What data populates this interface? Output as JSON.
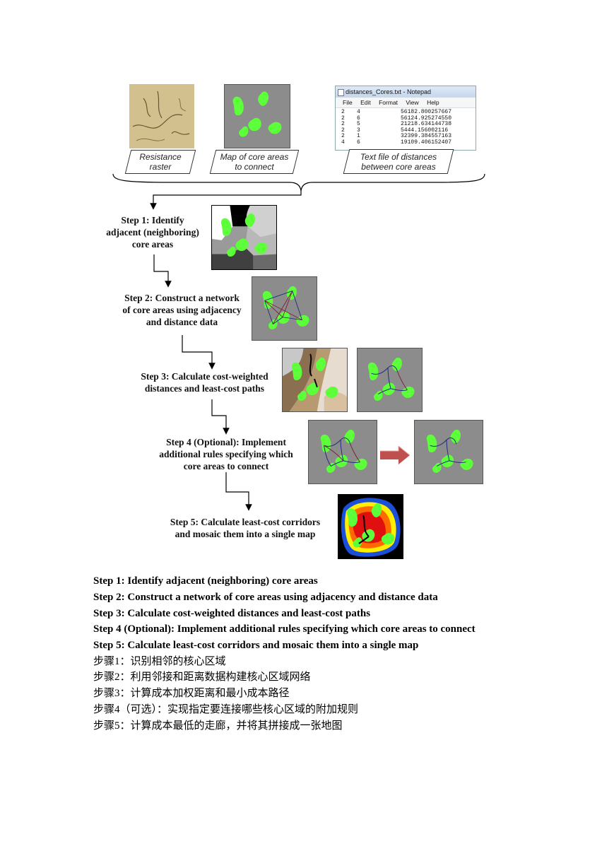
{
  "inputs": [
    {
      "label_line1": "Resistance",
      "label_line2": "raster"
    },
    {
      "label_line1": "Map of core areas",
      "label_line2": "to connect"
    },
    {
      "label_line1": "Text file of distances",
      "label_line2": "between core areas"
    }
  ],
  "notepad": {
    "title": "distances_Cores.txt - Notepad",
    "menu": [
      "File",
      "Edit",
      "Format",
      "View",
      "Help"
    ],
    "rows": [
      [
        "2",
        "4",
        "56182.800257667"
      ],
      [
        "2",
        "6",
        "56124.925274550"
      ],
      [
        "2",
        "5",
        "21218.634144738"
      ],
      [
        "2",
        "3",
        "5444.156002116"
      ],
      [
        "2",
        "1",
        "32399.384557163"
      ],
      [
        "4",
        "6",
        "19109.406152407"
      ]
    ]
  },
  "steps": [
    {
      "line1": "Step 1: Identify",
      "line2": "adjacent (neighboring)",
      "line3": "core areas"
    },
    {
      "line1": "Step 2: Construct a network",
      "line2": "of core areas using adjacency",
      "line3": "and distance data"
    },
    {
      "line1": "Step 3: Calculate cost-weighted",
      "line2": "distances and least-cost paths"
    },
    {
      "line1": "Step 4 (Optional): Implement",
      "line2": "additional rules specifying which",
      "line3": "core areas to connect"
    },
    {
      "line1": "Step 5: Calculate least-cost corridors",
      "line2": "and mosaic them into a single map"
    }
  ],
  "captions_en": [
    "Step 1: Identify adjacent (neighboring) core areas",
    "Step 2: Construct a network of core areas using adjacency and distance data",
    "Step 3: Calculate cost-weighted distances and least-cost paths",
    "Step 4 (Optional): Implement additional rules specifying which core areas to connect",
    "Step 5: Calculate least-cost corridors and mosaic them into a single map"
  ],
  "captions_cn": [
    "步骤1：识别相邻的核心区域",
    "步骤2：利用邻接和距离数据构建核心区域网络",
    "步骤3：计算成本加权距离和最小成本路径",
    "步骤4（可选）：实现指定要连接哪些核心区域的附加规则",
    "步骤5：计算成本最低的走廊，并将其拼接成一张地图"
  ],
  "colors": {
    "core_green": "#5dff3a",
    "panel_gray": "#8c8c8c",
    "arrow_red": "#c0504d"
  }
}
